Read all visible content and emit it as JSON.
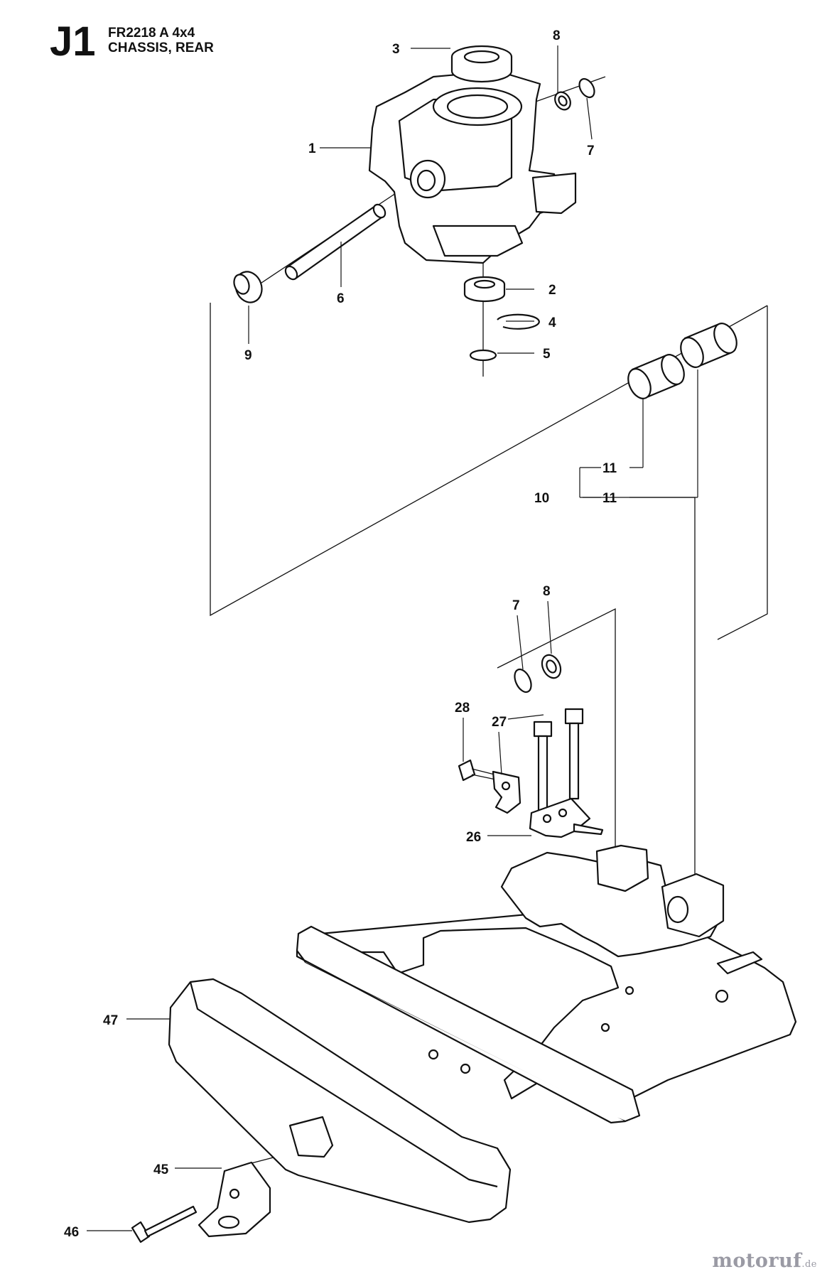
{
  "header": {
    "code": "J1",
    "model": "FR2218 A 4x4",
    "section": "CHASSIS, REAR"
  },
  "callouts": [
    {
      "id": "c3",
      "text": "3"
    },
    {
      "id": "c8a",
      "text": "8"
    },
    {
      "id": "c1",
      "text": "1"
    },
    {
      "id": "c7a",
      "text": "7"
    },
    {
      "id": "c6",
      "text": "6"
    },
    {
      "id": "c2",
      "text": "2"
    },
    {
      "id": "c9",
      "text": "9"
    },
    {
      "id": "c4",
      "text": "4"
    },
    {
      "id": "c5",
      "text": "5"
    },
    {
      "id": "c11a",
      "text": "11"
    },
    {
      "id": "c10",
      "text": "10"
    },
    {
      "id": "c11b",
      "text": "11"
    },
    {
      "id": "c7b",
      "text": "7"
    },
    {
      "id": "c8b",
      "text": "8"
    },
    {
      "id": "c28",
      "text": "28"
    },
    {
      "id": "c27",
      "text": "27"
    },
    {
      "id": "c26",
      "text": "26"
    },
    {
      "id": "c47",
      "text": "47"
    },
    {
      "id": "c45",
      "text": "45"
    },
    {
      "id": "c46",
      "text": "46"
    }
  ],
  "brand": {
    "name": "motoruf",
    "tld": ".de"
  }
}
